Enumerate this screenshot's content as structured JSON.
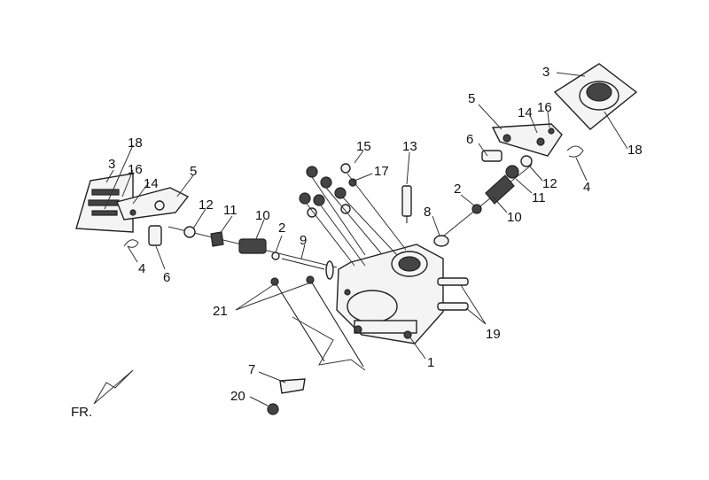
{
  "diagram": {
    "callouts": [
      "1",
      "2",
      "2",
      "3",
      "3",
      "4",
      "4",
      "5",
      "5",
      "6",
      "6",
      "7",
      "8",
      "9",
      "10",
      "10",
      "11",
      "11",
      "12",
      "12",
      "13",
      "14",
      "14",
      "15",
      "16",
      "16",
      "17",
      "18",
      "18",
      "19",
      "20",
      "21"
    ],
    "front_label": "FR."
  },
  "colors": {
    "ink": "#222222",
    "background": "#ffffff"
  }
}
